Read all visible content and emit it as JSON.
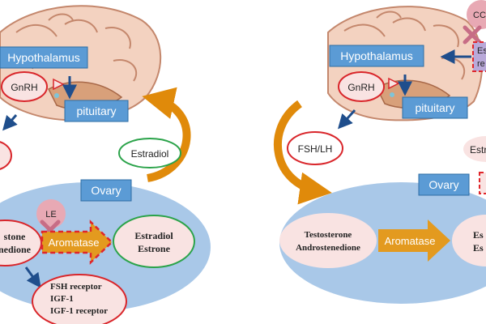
{
  "colors": {
    "label_box_fill": "#5b9bd5",
    "label_box_border": "#2e6da4",
    "ovary_fill": "#a9c8e8",
    "arrow_blue": "#1f4e8c",
    "arrow_orange": "#e08a0a",
    "aromatase_fill": "#e39a1f",
    "oval_red": "#d9262b",
    "oval_green": "#2ba34a",
    "oval_fill": "#f9e3e2",
    "inhibitor_pink": "#e8a9b4",
    "inhibitor_x": "#c76d86",
    "dashed_red": "#e0262b"
  },
  "left": {
    "hypothalamus": "Hypothalamus",
    "gnrh": "GnRH",
    "pituitary": "pituitary",
    "estradiol_feedback": "Estradiol",
    "ovary": "Ovary",
    "le_label": "LE",
    "aromatase": "Aromatase",
    "substrate_lines": [
      "stone",
      "nedione"
    ],
    "product_lines": [
      "Estradiol",
      "Estrone"
    ],
    "targets_lines": [
      "FSH receptor",
      "IGF-1",
      "IGF-1 receptor"
    ]
  },
  "right": {
    "cc_label": "CC",
    "es_partial_lines": [
      "Es",
      "re"
    ],
    "hypothalamus": "Hypothalamus",
    "gnrh": "GnRH",
    "pituitary": "pituitary",
    "fsh_lh": "FSH/LH",
    "estr_partial": "Estr",
    "ovary": "Ovary",
    "aromatase": "Aromatase",
    "substrate_lines": [
      "Testosterone",
      "Androstenedione"
    ],
    "product_partial_lines": [
      "Es",
      "Es"
    ]
  }
}
